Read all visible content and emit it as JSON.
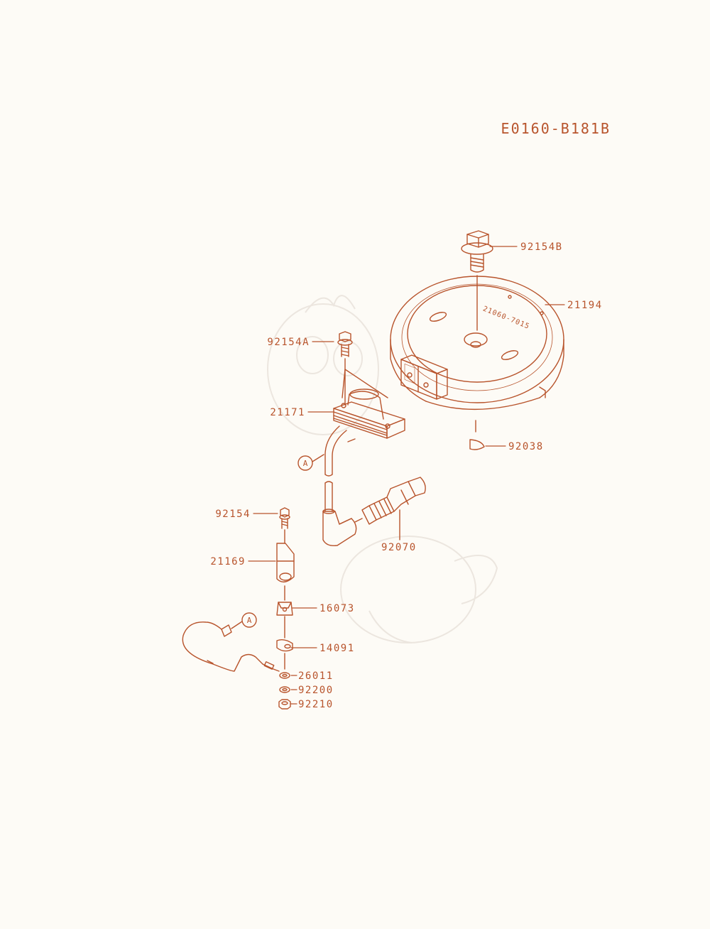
{
  "diagram_code": "E0160-B181B",
  "colors": {
    "line": "#b8542c",
    "paper": "#fdfbf6",
    "watermark": "#ece6df"
  },
  "flywheel_stamp": "21060-7015",
  "callout_letter": "A",
  "parts": [
    {
      "id": "92154B",
      "label": "92154B"
    },
    {
      "id": "21194",
      "label": "21194"
    },
    {
      "id": "92154A",
      "label": "92154A"
    },
    {
      "id": "21171",
      "label": "21171"
    },
    {
      "id": "92038",
      "label": "92038"
    },
    {
      "id": "92154",
      "label": "92154"
    },
    {
      "id": "92070",
      "label": "92070"
    },
    {
      "id": "21169",
      "label": "21169"
    },
    {
      "id": "16073",
      "label": "16073"
    },
    {
      "id": "14091",
      "label": "14091"
    },
    {
      "id": "26011",
      "label": "26011"
    },
    {
      "id": "92200",
      "label": "92200"
    },
    {
      "id": "92210",
      "label": "92210"
    }
  ]
}
